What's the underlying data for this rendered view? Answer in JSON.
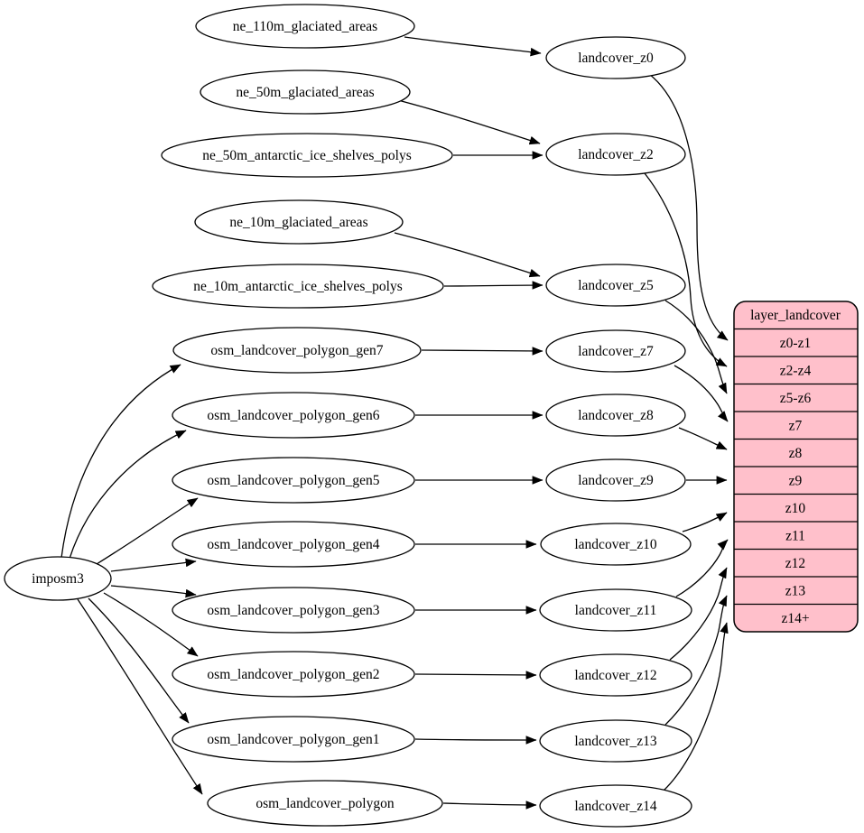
{
  "diagram": {
    "type": "graphviz-flow",
    "description": "ETL mapping diagram from data sources through generalized landcover tables into the layer_landcover tile layer",
    "colors": {
      "node_fill": "#ffffff",
      "node_stroke": "#000000",
      "table_fill": "#ffc0cb",
      "edge": "#000000"
    }
  },
  "nodes": {
    "root": "imposm3",
    "sources": [
      "ne_110m_glaciated_areas",
      "ne_50m_glaciated_areas",
      "ne_50m_antarctic_ice_shelves_polys",
      "ne_10m_glaciated_areas",
      "ne_10m_antarctic_ice_shelves_polys",
      "osm_landcover_polygon_gen7",
      "osm_landcover_polygon_gen6",
      "osm_landcover_polygon_gen5",
      "osm_landcover_polygon_gen4",
      "osm_landcover_polygon_gen3",
      "osm_landcover_polygon_gen2",
      "osm_landcover_polygon_gen1",
      "osm_landcover_polygon"
    ],
    "mids": [
      "landcover_z0",
      "landcover_z2",
      "landcover_z5",
      "landcover_z7",
      "landcover_z8",
      "landcover_z9",
      "landcover_z10",
      "landcover_z11",
      "landcover_z12",
      "landcover_z13",
      "landcover_z14"
    ],
    "table": {
      "title": "layer_landcover",
      "rows": [
        "z0-z1",
        "z2-z4",
        "z5-z6",
        "z7",
        "z8",
        "z9",
        "z10",
        "z11",
        "z12",
        "z13",
        "z14+"
      ]
    }
  },
  "edges": [
    {
      "from": "ne_110m_glaciated_areas",
      "to": "landcover_z0"
    },
    {
      "from": "ne_50m_glaciated_areas",
      "to": "landcover_z2"
    },
    {
      "from": "ne_50m_antarctic_ice_shelves_polys",
      "to": "landcover_z2"
    },
    {
      "from": "ne_10m_glaciated_areas",
      "to": "landcover_z5"
    },
    {
      "from": "ne_10m_antarctic_ice_shelves_polys",
      "to": "landcover_z5"
    },
    {
      "from": "imposm3",
      "to": "osm_landcover_polygon_gen7"
    },
    {
      "from": "imposm3",
      "to": "osm_landcover_polygon_gen6"
    },
    {
      "from": "imposm3",
      "to": "osm_landcover_polygon_gen5"
    },
    {
      "from": "imposm3",
      "to": "osm_landcover_polygon_gen4"
    },
    {
      "from": "imposm3",
      "to": "osm_landcover_polygon_gen3"
    },
    {
      "from": "imposm3",
      "to": "osm_landcover_polygon_gen2"
    },
    {
      "from": "imposm3",
      "to": "osm_landcover_polygon_gen1"
    },
    {
      "from": "imposm3",
      "to": "osm_landcover_polygon"
    },
    {
      "from": "osm_landcover_polygon_gen7",
      "to": "landcover_z7"
    },
    {
      "from": "osm_landcover_polygon_gen6",
      "to": "landcover_z8"
    },
    {
      "from": "osm_landcover_polygon_gen5",
      "to": "landcover_z9"
    },
    {
      "from": "osm_landcover_polygon_gen4",
      "to": "landcover_z10"
    },
    {
      "from": "osm_landcover_polygon_gen3",
      "to": "landcover_z11"
    },
    {
      "from": "osm_landcover_polygon_gen2",
      "to": "landcover_z12"
    },
    {
      "from": "osm_landcover_polygon_gen1",
      "to": "landcover_z13"
    },
    {
      "from": "osm_landcover_polygon",
      "to": "landcover_z14"
    },
    {
      "from": "landcover_z0",
      "to": "layer_landcover:z0-z1"
    },
    {
      "from": "landcover_z2",
      "to": "layer_landcover:z2-z4"
    },
    {
      "from": "landcover_z5",
      "to": "layer_landcover:z5-z6"
    },
    {
      "from": "landcover_z7",
      "to": "layer_landcover:z7"
    },
    {
      "from": "landcover_z8",
      "to": "layer_landcover:z8"
    },
    {
      "from": "landcover_z9",
      "to": "layer_landcover:z9"
    },
    {
      "from": "landcover_z10",
      "to": "layer_landcover:z10"
    },
    {
      "from": "landcover_z11",
      "to": "layer_landcover:z11"
    },
    {
      "from": "landcover_z12",
      "to": "layer_landcover:z12"
    },
    {
      "from": "landcover_z13",
      "to": "layer_landcover:z13"
    },
    {
      "from": "landcover_z14",
      "to": "layer_landcover:z14+"
    }
  ]
}
